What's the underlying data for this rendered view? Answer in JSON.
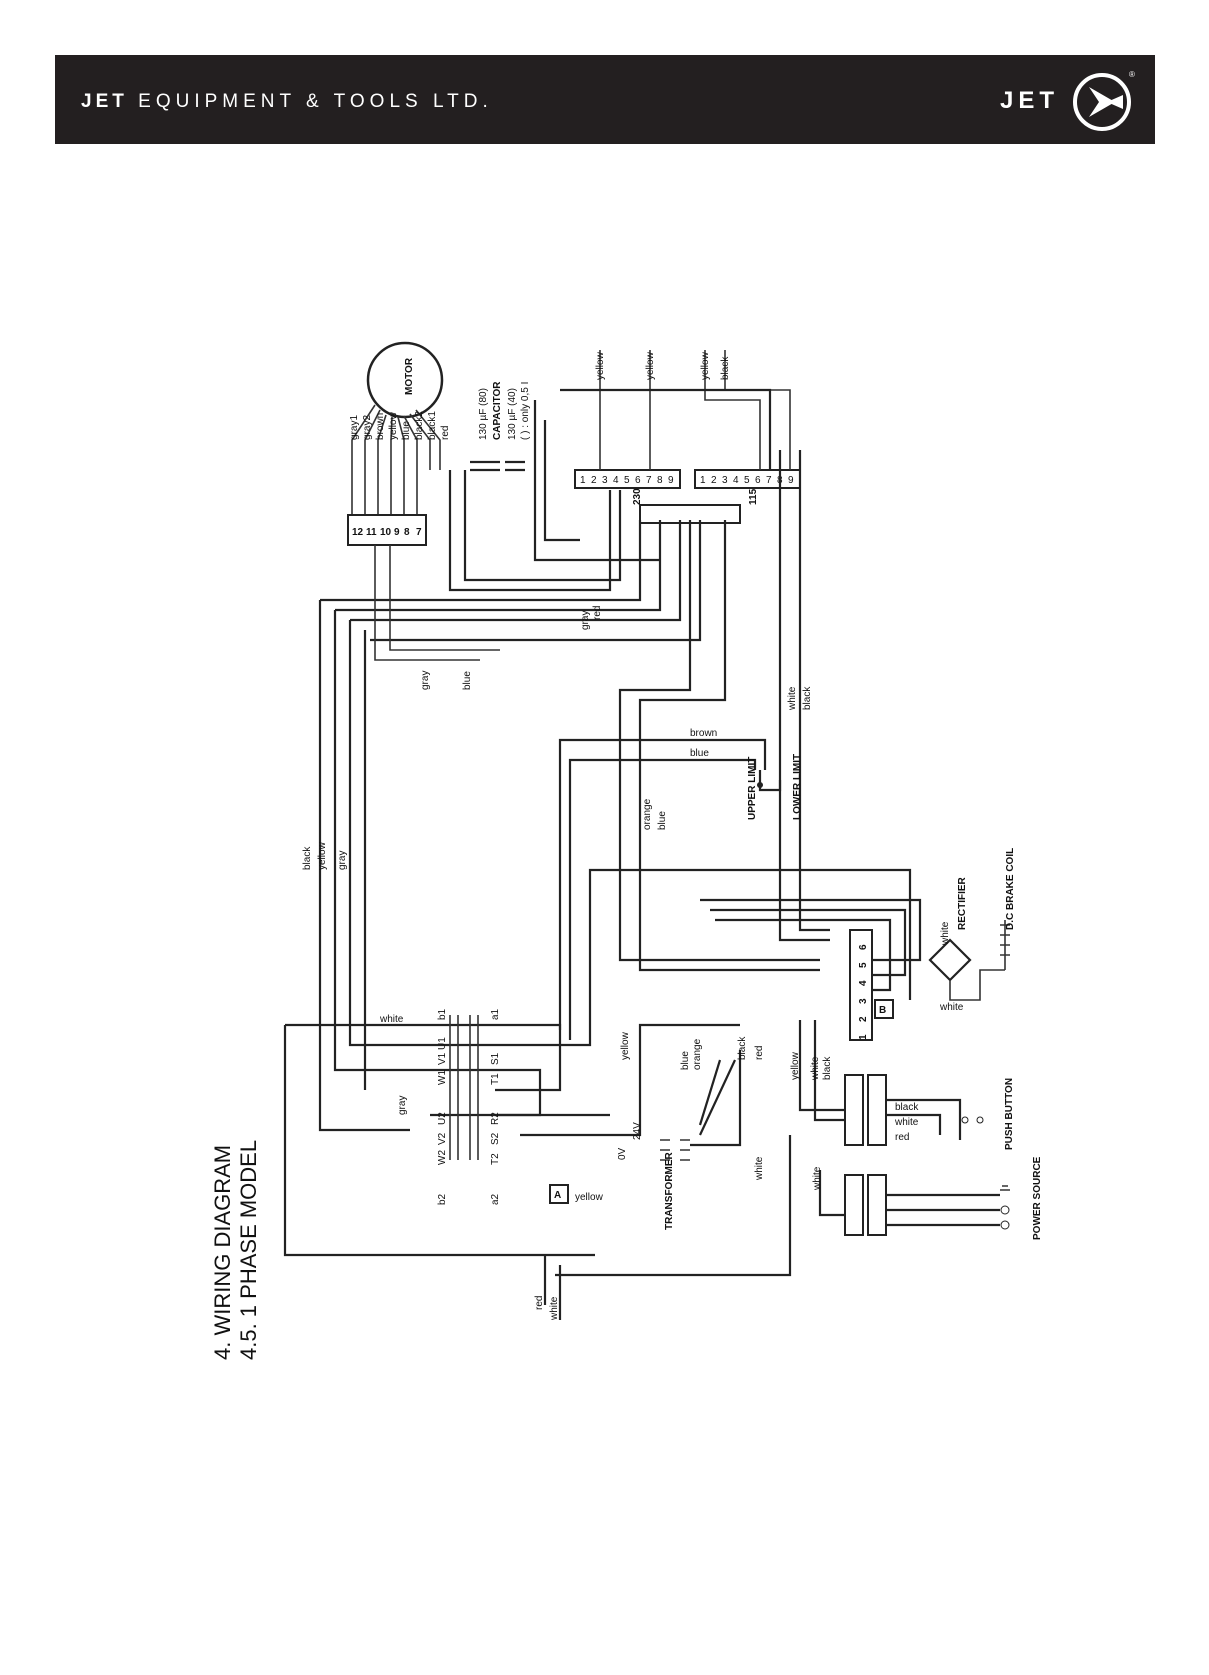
{
  "header": {
    "brand_bold": "JET",
    "brand_rest": "EQUIPMENT & TOOLS LTD.",
    "logo_word": "JET",
    "registered_mark": "®",
    "background_color": "#231f20"
  },
  "titles": {
    "section": "4. WIRING DIAGRAM",
    "subsection": "4.5. 1 PHASE MODEL"
  },
  "labels": {
    "motor": "MOTOR",
    "capacitor": "CAPACITOR",
    "cap_run": "130 µF (80)",
    "cap_start": "130 µF (40)",
    "cap_note": "( ) : only 0,5 I",
    "upper_limit": "UPPER LIMIT",
    "lower_limit": "LOWER LIMIT",
    "rectifier": "RECTIFIER",
    "dc_brake_coil": "D.C BRAKE COIL",
    "push_button": "PUSH BUTTON",
    "power_source": "POWER SOURCE",
    "transformer": "TRANSFORMER",
    "v230": "230",
    "v115": "115",
    "v0": "0V",
    "v24": "24V",
    "v_unit": "V"
  },
  "wire_colors": {
    "gray1": "gray1",
    "gray2": "gray2",
    "brown": "brown",
    "yellow": "yellow",
    "blue": "blue",
    "black2": "black2",
    "black1": "black1",
    "red": "red",
    "black": "black",
    "white": "white",
    "gray": "gray",
    "orange": "orange"
  },
  "terminal_block_motor": [
    "12",
    "11",
    "10",
    "9",
    "8",
    "7"
  ],
  "terminal_block_switch_a": [
    "1",
    "2",
    "3",
    "4",
    "5",
    "6",
    "7",
    "8",
    "9"
  ],
  "terminal_block_switch_b": [
    "1",
    "2",
    "3",
    "4",
    "5",
    "6",
    "7",
    "8",
    "9"
  ],
  "terminal_block_brake": [
    "1",
    "2",
    "3",
    "4",
    "5",
    "6"
  ],
  "contactor_labels": [
    "b1",
    "a1",
    "U1",
    "V1",
    "W1",
    "S1",
    "T1",
    "U2",
    "V2",
    "W2",
    "R2",
    "S2",
    "T2",
    "a2",
    "b2"
  ],
  "component_tags": {
    "fuse_A": "A",
    "fuse_B": "B"
  }
}
